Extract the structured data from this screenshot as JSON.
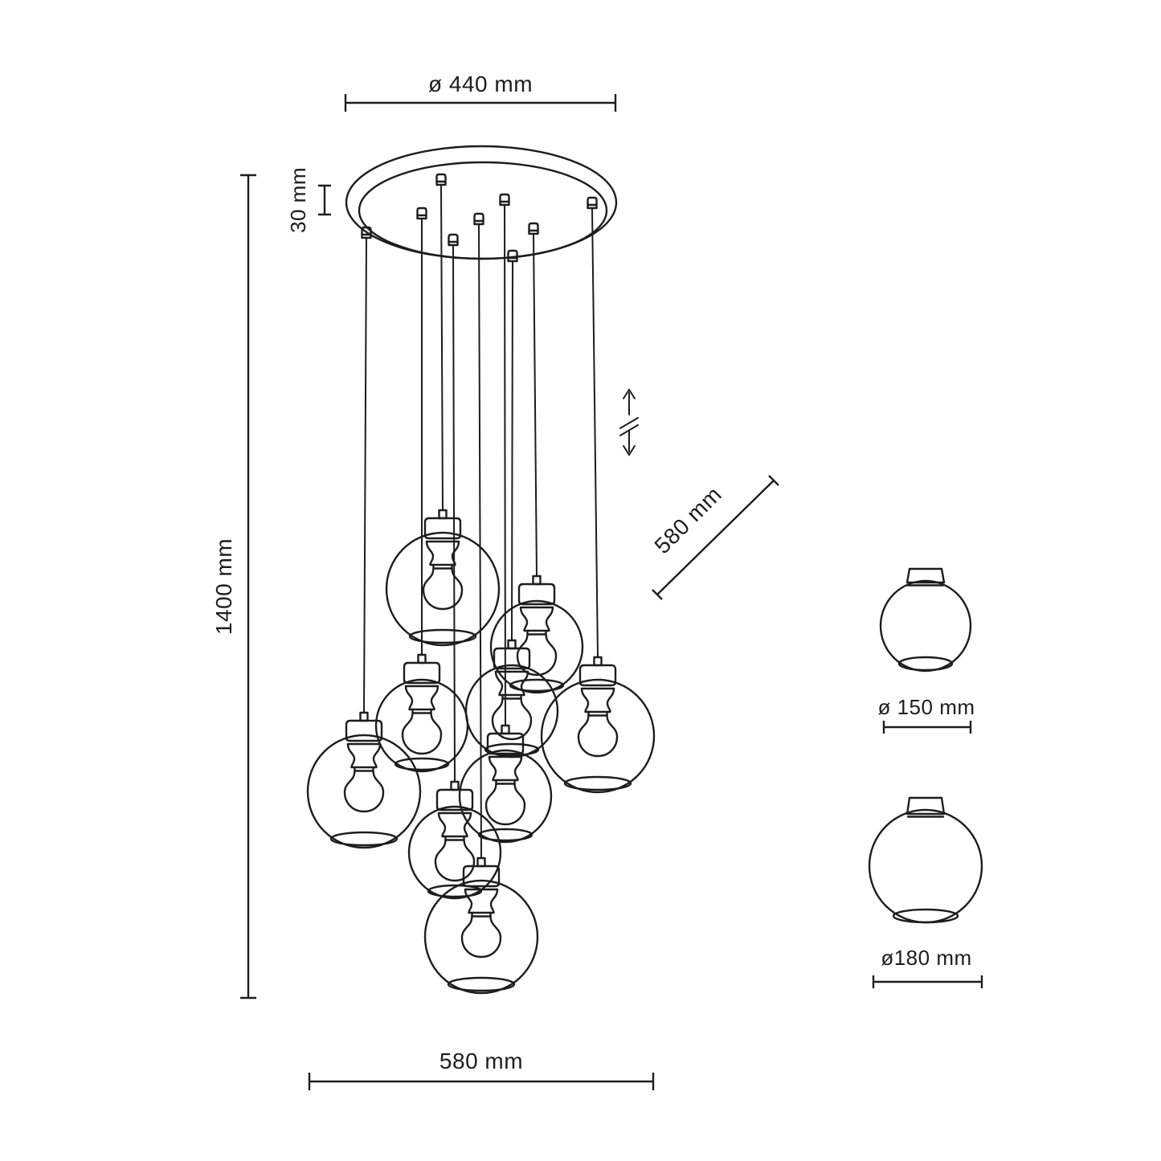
{
  "drawing": {
    "type": "pendant-lamp-technical-dimension-drawing",
    "pendant_count": 9,
    "line_color": "#1d1d1b",
    "background_color": "#ffffff"
  },
  "dims": {
    "canopy_diameter": "ø 440 mm",
    "canopy_height": "30 mm",
    "overall_height": "1400 mm",
    "cord_length": "580 mm",
    "cluster_spread": "580 mm",
    "shade_small_diameter": "ø 150 mm",
    "shade_large_diameter": "ø180 mm"
  }
}
